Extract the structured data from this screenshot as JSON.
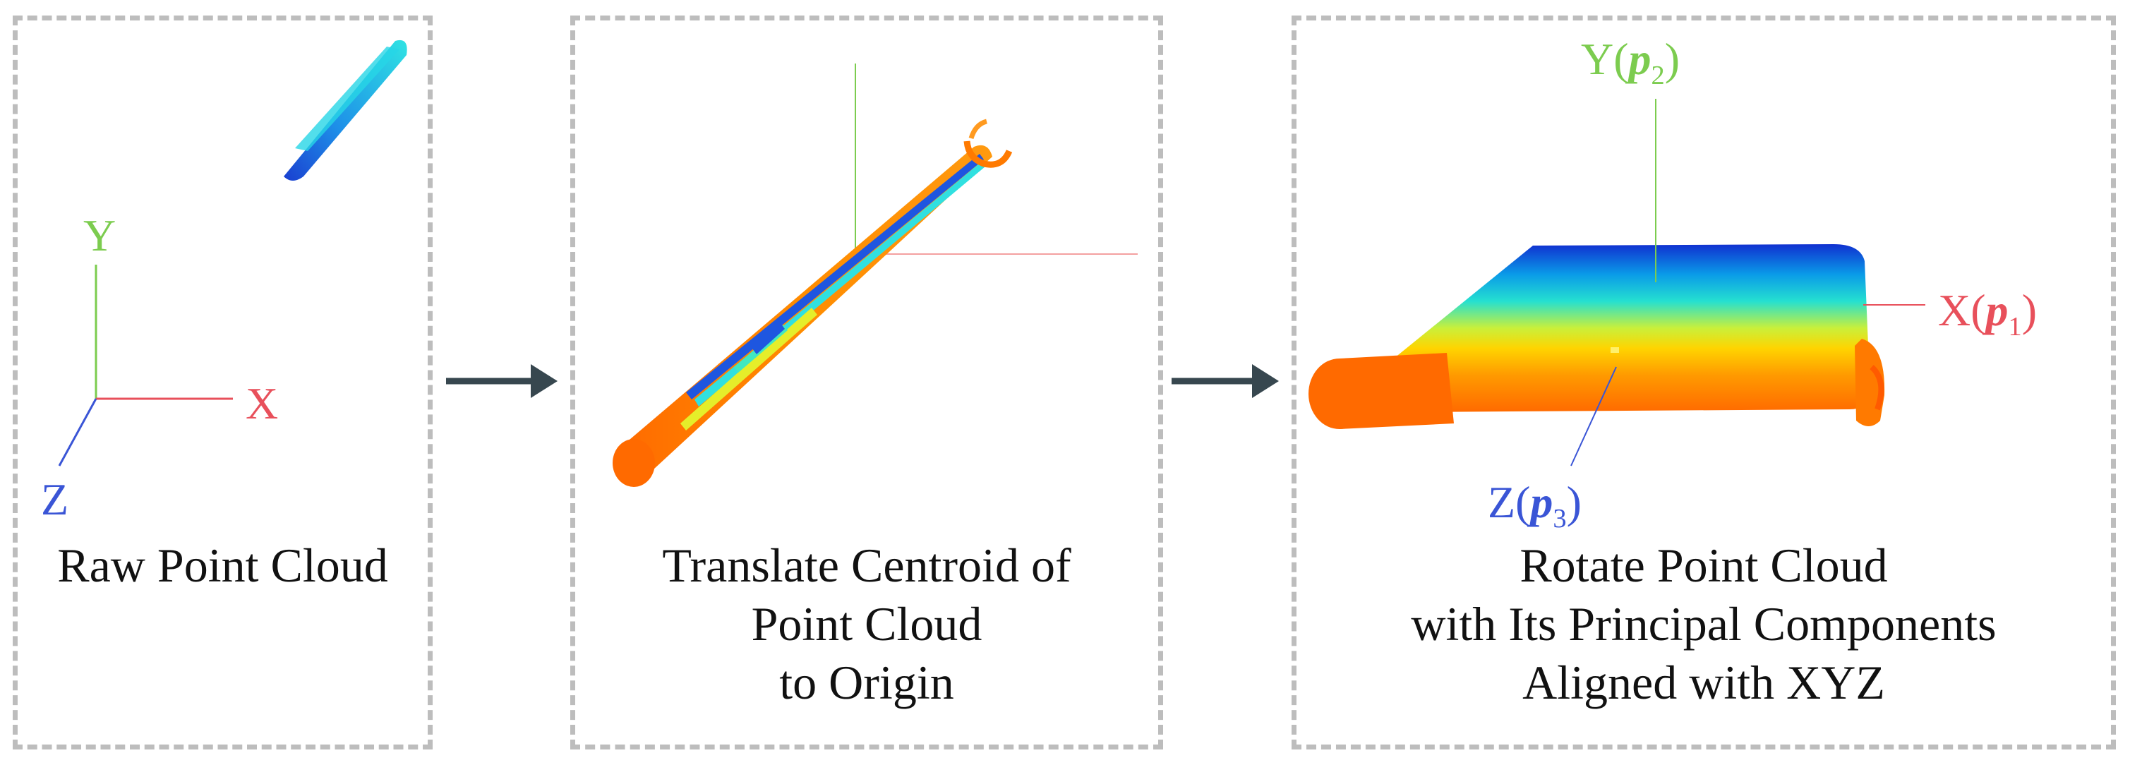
{
  "colors": {
    "x_axis": "#e8505b",
    "y_axis": "#7ccc4f",
    "z_axis": "#3a55d6",
    "frame": "#bdbdbd",
    "arrow": "#37474f"
  },
  "panels": [
    {
      "caption": "Raw Point Cloud",
      "axes": {
        "x": "X",
        "y": "Y",
        "z": "Z"
      }
    },
    {
      "caption_lines": [
        "Translate Centroid of",
        "Point Cloud",
        "to Origin"
      ]
    },
    {
      "caption_lines": [
        "Rotate Point Cloud",
        "with Its Principal Components",
        "Aligned with XYZ"
      ],
      "axes": {
        "x": {
          "axis": "X",
          "component": "p",
          "index": "1"
        },
        "y": {
          "axis": "Y",
          "component": "p",
          "index": "2"
        },
        "z": {
          "axis": "Z",
          "component": "p",
          "index": "3"
        }
      }
    }
  ],
  "arrows": [
    "right-arrow-icon",
    "right-arrow-icon"
  ]
}
